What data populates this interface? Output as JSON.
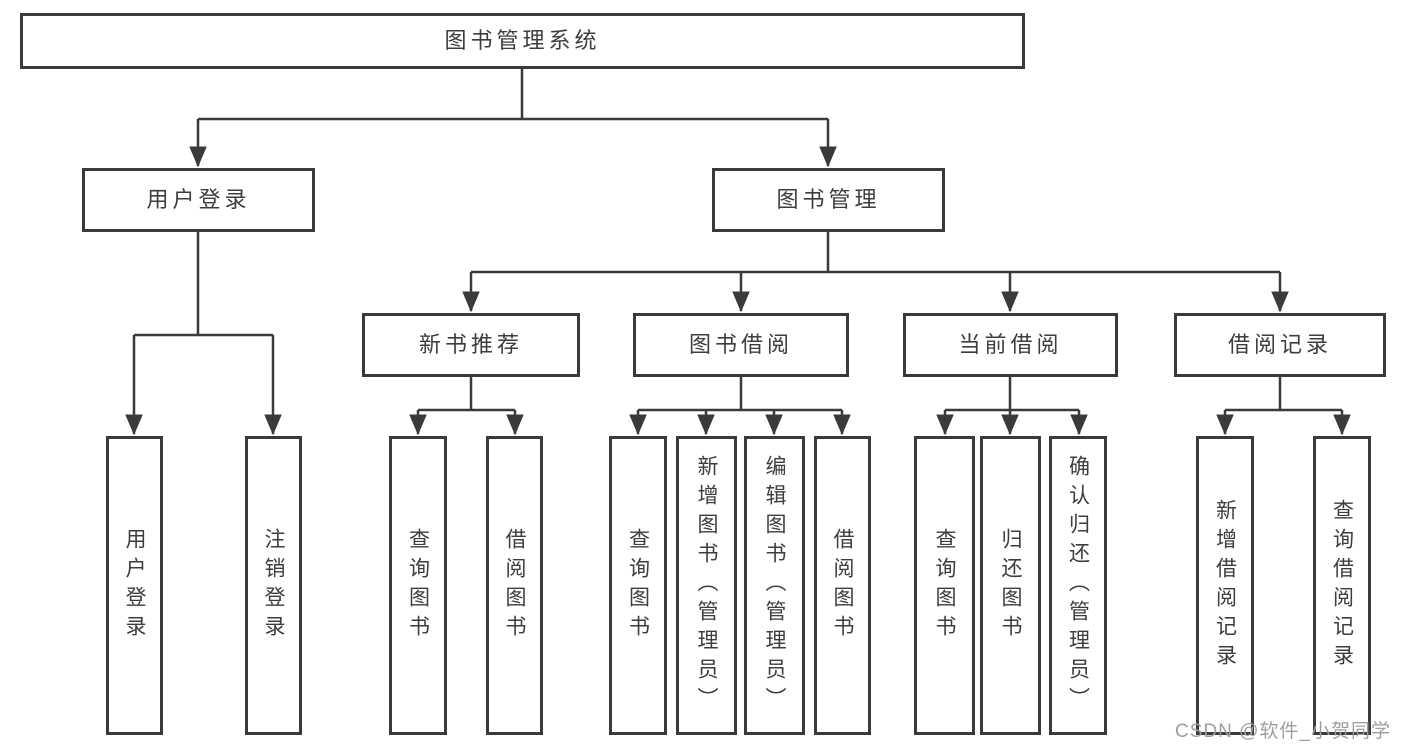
{
  "tree": {
    "root": {
      "label": "图书管理系统",
      "children": [
        {
          "label": "用户登录",
          "children": [
            {
              "label": "用户登录"
            },
            {
              "label": "注销登录"
            }
          ]
        },
        {
          "label": "图书管理",
          "children": [
            {
              "label": "新书推荐",
              "children": [
                {
                  "label": "查询图书"
                },
                {
                  "label": "借阅图书"
                }
              ]
            },
            {
              "label": "图书借阅",
              "children": [
                {
                  "label": "查询图书"
                },
                {
                  "label": "新增图书（管理员）"
                },
                {
                  "label": "编辑图书（管理员）"
                },
                {
                  "label": "借阅图书"
                }
              ]
            },
            {
              "label": "当前借阅",
              "children": [
                {
                  "label": "查询图书"
                },
                {
                  "label": "归还图书"
                },
                {
                  "label": "确认归还（管理员）"
                }
              ]
            },
            {
              "label": "借阅记录",
              "children": [
                {
                  "label": "新增借阅记录"
                },
                {
                  "label": "查询借阅记录"
                }
              ]
            }
          ]
        }
      ]
    }
  },
  "watermark": {
    "text": "CSDN @软件_小贺同学"
  },
  "colors": {
    "line": "#3a3a3a",
    "text": "#3d3d3d",
    "watermark": "#9e9e9e",
    "background": "#ffffff"
  }
}
